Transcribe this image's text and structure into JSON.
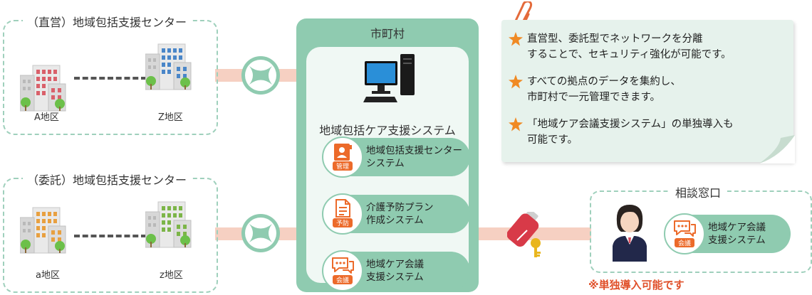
{
  "direct_center": {
    "title": "（直営）地域包括支援センター",
    "district_left": "A地区",
    "district_right": "Z地区"
  },
  "commissioned_center": {
    "title": "（委託）地域包括支援センター",
    "district_left": "a地区",
    "district_right": "z地区"
  },
  "city": {
    "title": "市町村",
    "system_title": "地域包括ケア支援システム",
    "systems": [
      {
        "caption": "管理",
        "line1": "地域包括支援センター",
        "line2": "システム",
        "icon": "management-icon"
      },
      {
        "caption": "予防",
        "line1": "介護予防プラン",
        "line2": "作成システム",
        "icon": "prevention-document-icon"
      },
      {
        "caption": "会議",
        "line1": "地域ケア会議",
        "line2": "支援システム",
        "icon": "meeting-chat-icon"
      }
    ]
  },
  "notes": [
    {
      "line1": "直営型、委託型でネットワークを分離",
      "line2": "することで、セキュリティ強化が可能です。"
    },
    {
      "line1": "すべての拠点のデータを集約し、",
      "line2": "市町村で一元管理できます。"
    },
    {
      "line1": "「地域ケア会議支援システム」の単独導入も",
      "line2": "可能です。"
    }
  ],
  "consultation": {
    "title": "相談窓口",
    "system": {
      "caption": "会議",
      "line1": "地域ケア会議",
      "line2": "支援システム"
    }
  },
  "standalone_notice": "※単独導入可能です",
  "colors": {
    "green": "#8fcbb0",
    "green_light": "#f0f8f4",
    "dashed": "#9fd0bc",
    "connector": "#f6d0c2",
    "accent_orange": "#f08a24",
    "notice_red": "#e0502a",
    "note_bg": "#e6f2ec"
  }
}
